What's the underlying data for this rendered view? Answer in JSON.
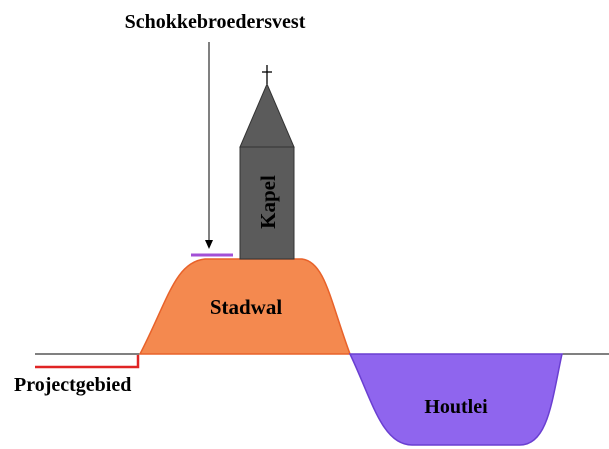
{
  "labels": {
    "street": "Schokkebroedersvest",
    "chapel": "Kapel",
    "rampart": "Stadwal",
    "project_area": "Projectgebied",
    "canal": "Houtlei"
  },
  "colors": {
    "rampart_fill": "#f4894f",
    "rampart_outline": "#e8622a",
    "canal_fill": "#8f65ee",
    "canal_outline": "#6a3fd1",
    "chapel_fill": "#5b5b5b",
    "project_marker": "#e02424",
    "street_marker": "#a350d6",
    "ground": "#000000"
  },
  "icons": {
    "cross": "cross-icon",
    "arrow": "arrow-down-icon"
  }
}
